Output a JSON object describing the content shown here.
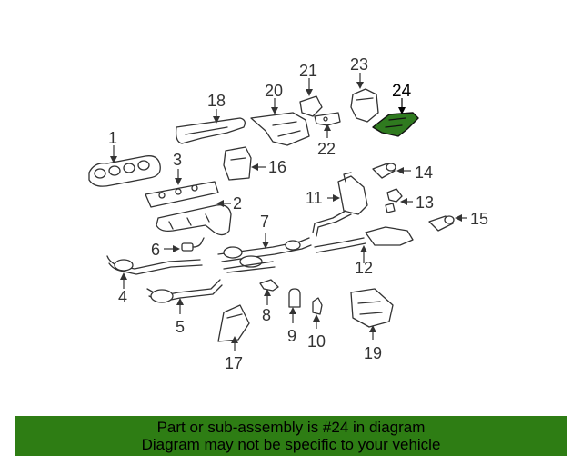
{
  "diagram": {
    "highlight_color": "#2e7d14",
    "callouts": {
      "c1": "1",
      "c2": "2",
      "c3": "3",
      "c4": "4",
      "c5": "5",
      "c6": "6",
      "c7": "7",
      "c8": "8",
      "c9": "9",
      "c10": "10",
      "c11": "11",
      "c12": "12",
      "c13": "13",
      "c14": "14",
      "c15": "15",
      "c16": "16",
      "c17": "17",
      "c18": "18",
      "c19": "19",
      "c20": "20",
      "c21": "21",
      "c22": "22",
      "c23": "23",
      "c24": "24"
    }
  },
  "banner": {
    "line1": "Part or sub-assembly is #24 in diagram",
    "line2": "Diagram may not be specific to your vehicle",
    "background": "#2e7d14"
  }
}
